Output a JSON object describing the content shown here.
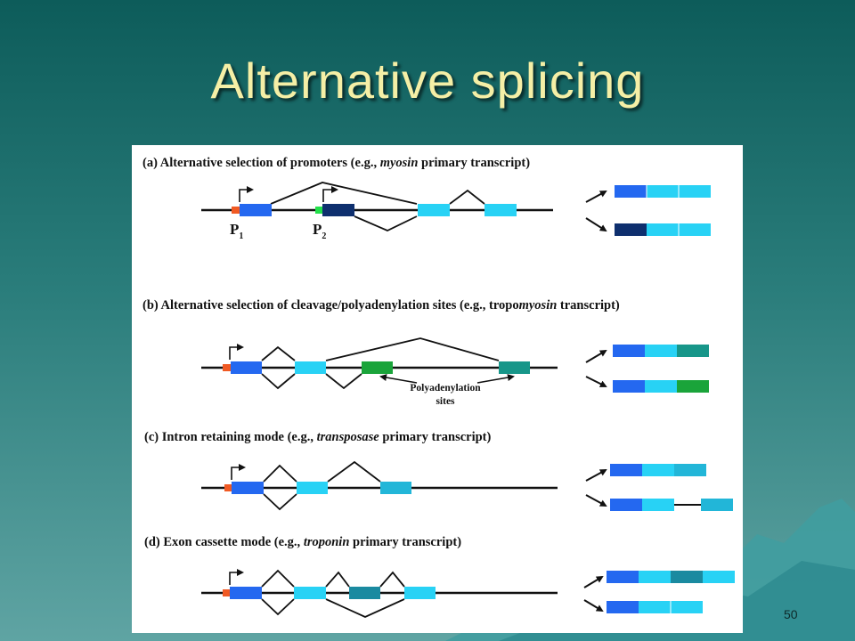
{
  "slide": {
    "title": "Alternative splicing",
    "page_number": "50"
  },
  "colors": {
    "blue": "#2468f0",
    "navy": "#0e2f6e",
    "cyan": "#28d2f5",
    "teal_cyan": "#22b6d8",
    "teal": "#179689",
    "green": "#1aa43a",
    "dark_teal": "#1a8aa0",
    "promoter_orange": "#f05a24",
    "promoter_green": "#22e04a"
  },
  "panels": {
    "a": {
      "caption_pre": "(a) Alternative selection of promoters (e.g., ",
      "caption_italic": "myosin",
      "caption_post": " primary transcript)",
      "p1": "P",
      "p1_sub": "1",
      "p2": "P",
      "p2_sub": "2"
    },
    "b": {
      "caption_pre": "(b) Alternative selection of cleavage/polyadenylation sites (e.g., tropo",
      "caption_italic": "myosin",
      "caption_post": " transcript)",
      "poly_line1": "Polyadenylation",
      "poly_line2": "sites"
    },
    "c": {
      "caption_pre": "(c) Intron retaining mode (e.g., ",
      "caption_italic": "transposase",
      "caption_post": " primary transcript)"
    },
    "d": {
      "caption_pre": "(d) Exon cassette mode (e.g., ",
      "caption_italic": "troponin",
      "caption_post": " primary transcript)"
    }
  }
}
